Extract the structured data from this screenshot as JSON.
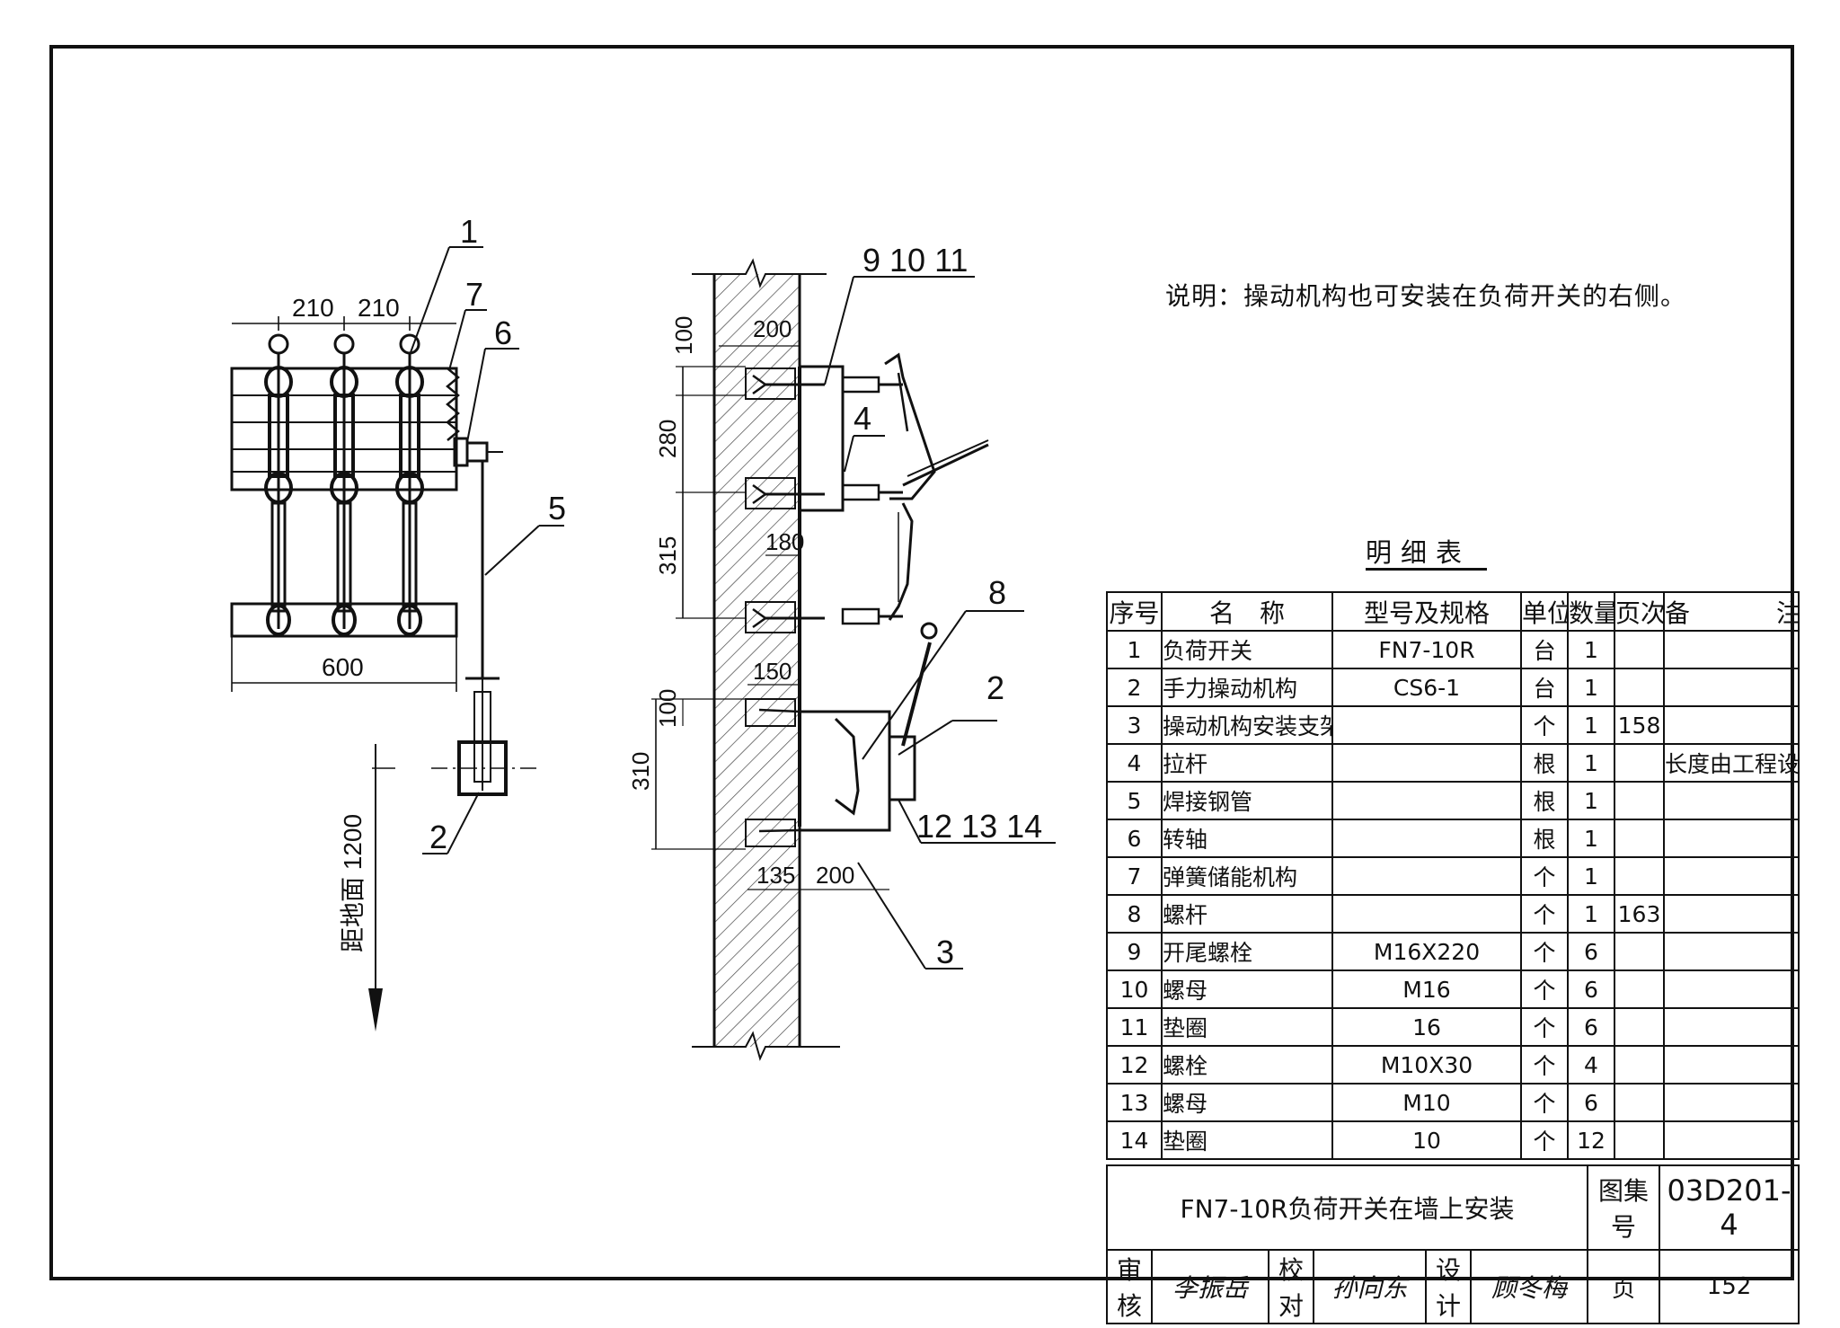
{
  "note": "说明：操动机构也可安装在负荷开关的右侧。",
  "table_title": "明细表",
  "table_headers": [
    "序号",
    "名　称",
    "型号及规格",
    "单位",
    "数量",
    "页次",
    "备　注"
  ],
  "parts": [
    {
      "no": "1",
      "name": "负荷开关",
      "spec": "FN7-10R",
      "unit": "台",
      "qty": "1",
      "page": "",
      "remark": ""
    },
    {
      "no": "2",
      "name": "手力操动机构",
      "spec": "CS6-1",
      "unit": "台",
      "qty": "1",
      "page": "",
      "remark": ""
    },
    {
      "no": "3",
      "name": "操动机构安装支架",
      "spec": "",
      "unit": "个",
      "qty": "1",
      "page": "158",
      "remark": ""
    },
    {
      "no": "4",
      "name": "拉杆",
      "spec": "",
      "unit": "根",
      "qty": "1",
      "page": "",
      "remark": "长度由工程设计决定"
    },
    {
      "no": "5",
      "name": "焊接钢管",
      "spec": "",
      "unit": "根",
      "qty": "1",
      "page": "",
      "remark": ""
    },
    {
      "no": "6",
      "name": "转轴",
      "spec": "",
      "unit": "根",
      "qty": "1",
      "page": "",
      "remark": ""
    },
    {
      "no": "7",
      "name": "弹簧储能机构",
      "spec": "",
      "unit": "个",
      "qty": "1",
      "page": "",
      "remark": ""
    },
    {
      "no": "8",
      "name": "螺杆",
      "spec": "",
      "unit": "个",
      "qty": "1",
      "page": "163",
      "remark": ""
    },
    {
      "no": "9",
      "name": "开尾螺栓",
      "spec": "M16X220",
      "unit": "个",
      "qty": "6",
      "page": "",
      "remark": ""
    },
    {
      "no": "10",
      "name": "螺母",
      "spec": "M16",
      "unit": "个",
      "qty": "6",
      "page": "",
      "remark": ""
    },
    {
      "no": "11",
      "name": "垫圈",
      "spec": "16",
      "unit": "个",
      "qty": "6",
      "page": "",
      "remark": ""
    },
    {
      "no": "12",
      "name": "螺栓",
      "spec": "M10X30",
      "unit": "个",
      "qty": "4",
      "page": "",
      "remark": ""
    },
    {
      "no": "13",
      "name": "螺母",
      "spec": "M10",
      "unit": "个",
      "qty": "6",
      "page": "",
      "remark": ""
    },
    {
      "no": "14",
      "name": "垫圈",
      "spec": "10",
      "unit": "个",
      "qty": "12",
      "page": "",
      "remark": ""
    }
  ],
  "title_block": {
    "drawing_title": "FN7-10R负荷开关在墙上安装",
    "atlas_label": "图集号",
    "atlas_number": "03D201-4",
    "review_label": "审核",
    "review_sig": "李振岳",
    "check_label": "校对",
    "check_sig": "孙向东",
    "design_label": "设计",
    "design_sig": "顾冬梅",
    "page_label": "页",
    "page_number": "152"
  },
  "front_view": {
    "dim_top_1": "210",
    "dim_top_2": "210",
    "dim_bottom": "600",
    "height_label": "距地面 1200",
    "callouts": [
      "1",
      "7",
      "6",
      "5",
      "2"
    ]
  },
  "side_view": {
    "callout_top": "9 10 11",
    "callout_4": "4",
    "callout_8": "8",
    "callout_2": "2",
    "callout_bottom": "12 13 14",
    "callout_3": "3",
    "dims": {
      "d100_top": "100",
      "d200_top": "200",
      "d280": "280",
      "d315": "315",
      "d180": "180",
      "d150": "150",
      "d100_mid": "100",
      "d310": "310",
      "d135": "135",
      "d200_bottom": "200"
    }
  }
}
